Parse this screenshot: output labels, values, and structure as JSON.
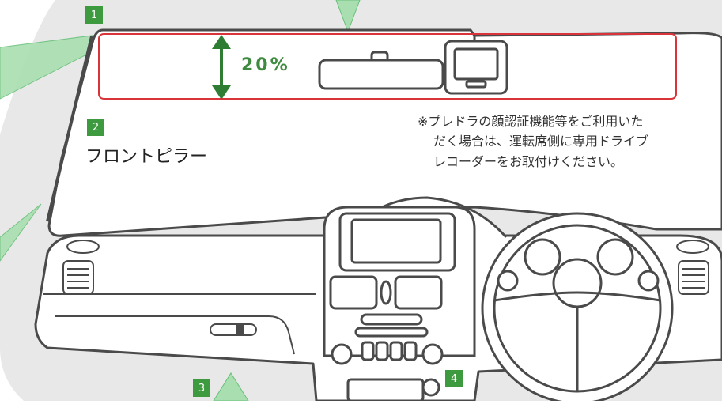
{
  "badges": {
    "b1": "1",
    "b2": "2",
    "b3": "3",
    "b4": "4"
  },
  "zone_percent": "20%",
  "pillar_label": "フロントピラー",
  "note": {
    "line1": "※プレドラの顔認証機能等をご利用いた",
    "line2": "だく場合は、運転席側に専用ドライブ",
    "line3": "レコーダーをお取付けください。"
  },
  "colors": {
    "background": "#e8e8e8",
    "windshield": "#ffffff",
    "outline": "#4a4a4a",
    "highlight_box": "#d9343a",
    "accent_green": "#3e9a3f",
    "beam_green": "#a9dfb0"
  }
}
